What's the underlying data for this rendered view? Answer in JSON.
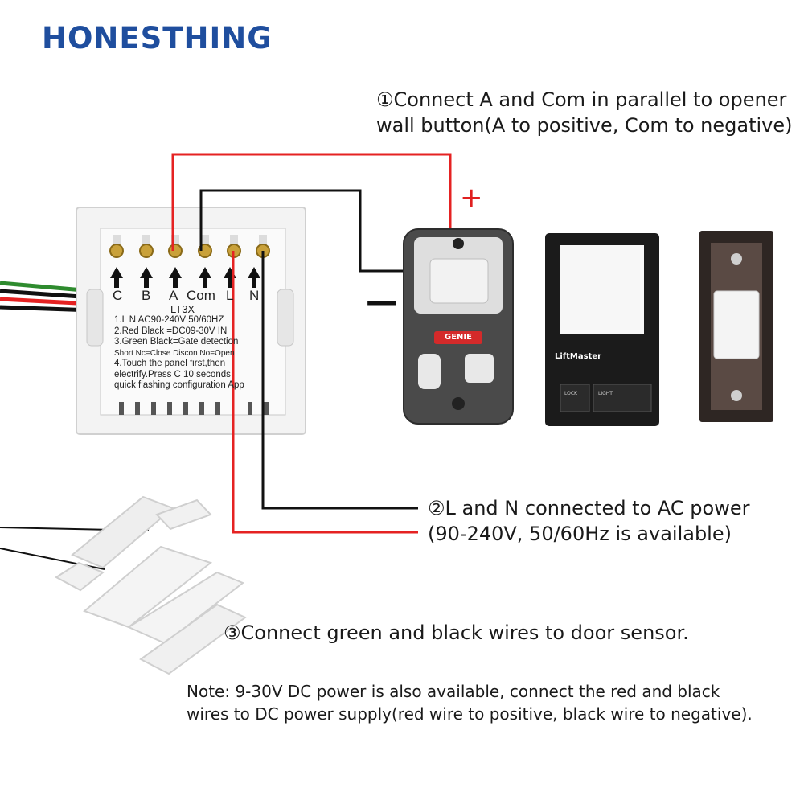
{
  "brand": {
    "name": "HONESTHING",
    "color": "#1f4e9e"
  },
  "steps": [
    {
      "lines": [
        "①Connect A and Com in parallel to opener",
        "wall button(A to positive, Com to negative)"
      ]
    },
    {
      "lines": [
        "②L and N connected to AC power",
        "(90-240V, 50/60Hz is available)"
      ]
    },
    {
      "lines": [
        "③Connect green and black wires to door sensor."
      ]
    }
  ],
  "note": {
    "lines": [
      "Note: 9-30V DC power is also available, connect the red and black",
      "wires to DC power supply(red wire to positive, black wire to negative)."
    ]
  },
  "polarity": {
    "plus": "+",
    "minus": "—"
  },
  "panel": {
    "terminal_labels": [
      "C",
      "B",
      "A",
      "Com",
      "L",
      "N"
    ],
    "model": "LT3X",
    "spec_lines": [
      "1.L N AC90-240V 50/60HZ",
      "2.Red Black =DC09-30V IN",
      "3.Green Black=Gate detection",
      "Short Nc=Close    Discon No=Open",
      "4.Touch the panel first,then",
      "electrify.Press C 10 seconds",
      "quick flashing configuration App"
    ]
  },
  "devices": {
    "genie_logo": "GENIE",
    "liftmaster_logo": "LiftMaster",
    "lock_label": "LOCK",
    "light_label": "LIGHT"
  },
  "colors": {
    "wire_red": "#e52222",
    "wire_black": "#111111",
    "wire_green": "#2e8b2e"
  }
}
